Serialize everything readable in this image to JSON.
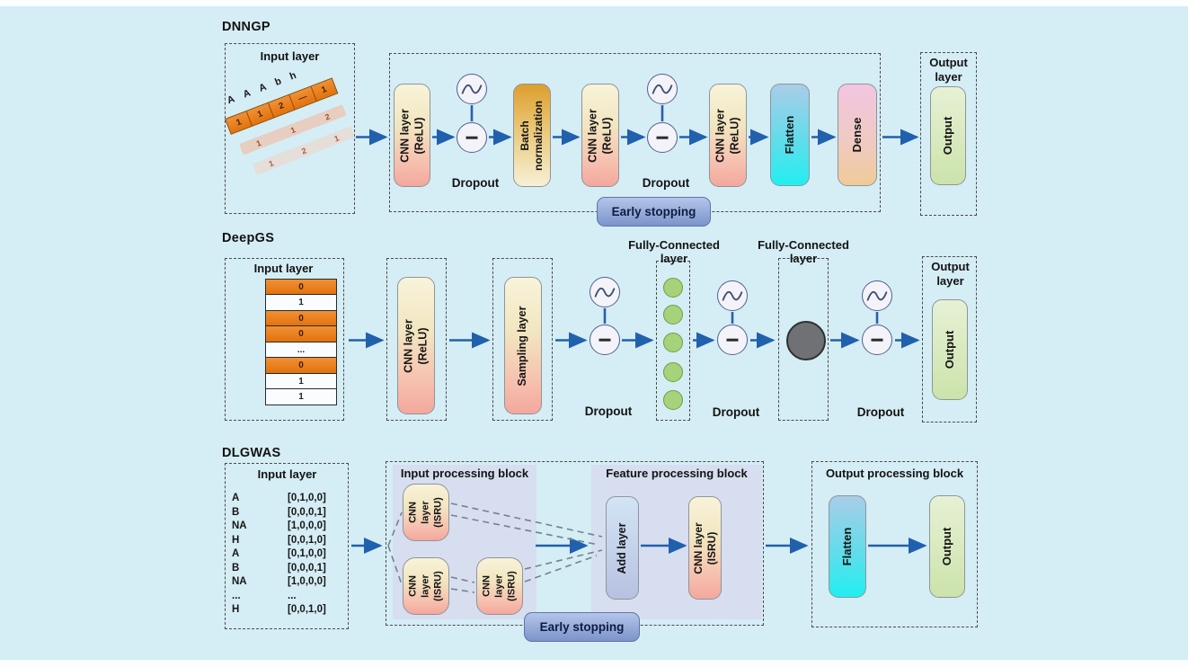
{
  "common": {
    "input_layer": "Input layer",
    "output_layer": "Output\nlayer",
    "output": "Output",
    "dropout": "Dropout",
    "early_stopping": "Early stopping"
  },
  "dnngp": {
    "title": "DNNGP",
    "letters": [
      "A",
      "A",
      "A",
      "b",
      "h"
    ],
    "bar1": [
      "1",
      "1",
      "2",
      "—",
      "1"
    ],
    "bar2": [
      "1",
      "1",
      "2"
    ],
    "bar3": [
      "1",
      "2",
      "1"
    ],
    "cnn": "CNN layer\n(ReLU)",
    "batch_norm": "Batch\nnormalization",
    "flatten": "Flatten",
    "dense": "Dense"
  },
  "deepgs": {
    "title": "DeepGS",
    "cells": [
      "0",
      "1",
      "0",
      "0",
      "...",
      "0",
      "1",
      "1"
    ],
    "cnn": "CNN layer\n(ReLU)",
    "sampling": "Sampling layer",
    "fc_label": "Fully-Connected\nlayer"
  },
  "dlgwas": {
    "title": "DLGWAS",
    "rows": [
      {
        "g": "A",
        "v": "[0,1,0,0]"
      },
      {
        "g": "B",
        "v": "[0,0,0,1]"
      },
      {
        "g": "NA",
        "v": "[1,0,0,0]"
      },
      {
        "g": "H",
        "v": "[0,0,1,0]"
      },
      {
        "g": "A",
        "v": "[0,1,0,0]"
      },
      {
        "g": "B",
        "v": "[0,0,0,1]"
      },
      {
        "g": "NA",
        "v": "[1,0,0,0]"
      },
      {
        "g": "...",
        "v": "..."
      },
      {
        "g": "H",
        "v": "[0,0,1,0]"
      }
    ],
    "input_block": "Input processing block",
    "feature_block": "Feature processing block",
    "output_block": "Output processing block",
    "cnn_small": "CNN\nlayer\n(ISRU)",
    "cnn_tall": "CNN layer\n(ISRU)",
    "add_layer": "Add layer",
    "flatten": "Flatten"
  },
  "colors": {
    "background": "#d5edf5",
    "arrow_blue": "#2160ac",
    "badge_blue": "#8fa8d8",
    "orange_cell": "#e8790f",
    "green_node": "#a6d37a",
    "gray_node": "#707174",
    "cyan_flatten": "#21eff1",
    "output_green": "#cce3ab"
  }
}
